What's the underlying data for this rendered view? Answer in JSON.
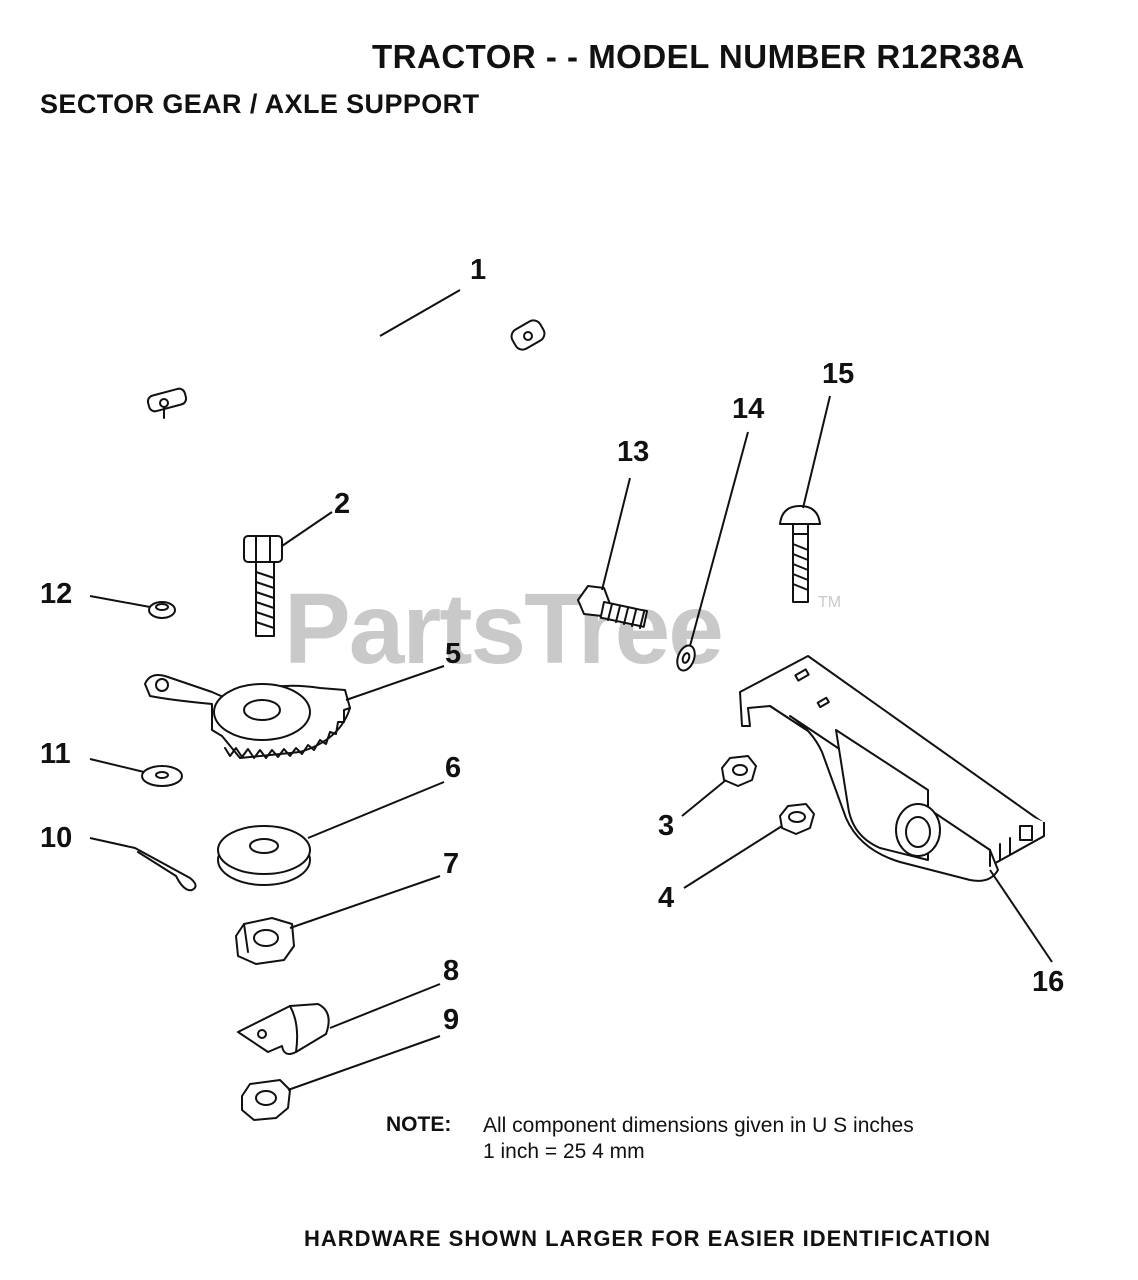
{
  "header": {
    "title": "TRACTOR - - MODEL NUMBER R12R38A",
    "subtitle": "SECTOR GEAR / AXLE SUPPORT"
  },
  "watermark": {
    "text": "PartsTree",
    "tm": "TM"
  },
  "callouts": {
    "c1": "1",
    "c2": "2",
    "c3": "3",
    "c4": "4",
    "c5": "5",
    "c6": "6",
    "c7": "7",
    "c8": "8",
    "c9": "9",
    "c10": "10",
    "c11": "11",
    "c12": "12",
    "c13": "13",
    "c14": "14",
    "c15": "15",
    "c16": "16"
  },
  "note": {
    "label": "NOTE:",
    "line1": "All component dimensions given in U  S  inches",
    "line2": "1 inch = 25 4 mm"
  },
  "footer": "HARDWARE SHOWN LARGER FOR EASIER IDENTIFICATION"
}
